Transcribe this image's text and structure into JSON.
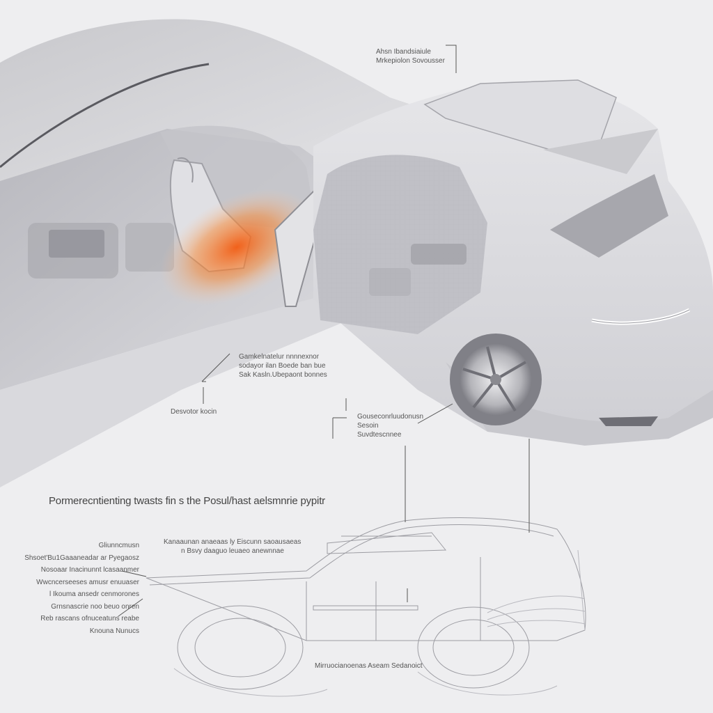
{
  "colors": {
    "background": "#eeeef0",
    "car_body": "#d3d3d7",
    "car_shadow": "#9a9aa0",
    "highlight": "#f26a1b",
    "line": "#555555"
  },
  "heading": "Pormerecntienting twasts fin s the Posul/hast aelsmnrie pypitr",
  "callouts": {
    "top_right": [
      "Ahsn Ibandsiaiule",
      "Mrkepiolon Sovousser"
    ],
    "center": [
      "Gamkelnatelur nnnnexnor",
      "sodayor ilan Boede ban bue",
      "Sak Kasln.Ubepaont bonnes"
    ],
    "center_small": [
      "Desvotor kocin"
    ],
    "middle_right": [
      "Gouseconrluudonusn",
      "Sesoin",
      "Suvdtescnnee"
    ],
    "lower_left": [
      "Gliunncmusn",
      "Shsoet'Bu1Gaaaneadar ar Pyegaosz",
      "Nosoaar Inacinunnt lcasaanmer",
      "Wwcncerseeses amusr enuuaser",
      "l Ikouma ansedr cenmorones",
      "Grnsnascrie noo beuo onren",
      "Reb rascans ofnuceatuns reabe",
      "Knouna Nunucs"
    ],
    "lower_top": [
      "Kanaaunan anaeaas ly Eiscunn saoausaeas",
      "n Bsvy daaguo leuaeo anewnnae"
    ],
    "bottom": [
      "Mirruocianoenas Aseam Sedanoict"
    ]
  },
  "icons": [
    "car-perspective-illustration",
    "car-wireframe-illustration",
    "callout-leader-line"
  ]
}
